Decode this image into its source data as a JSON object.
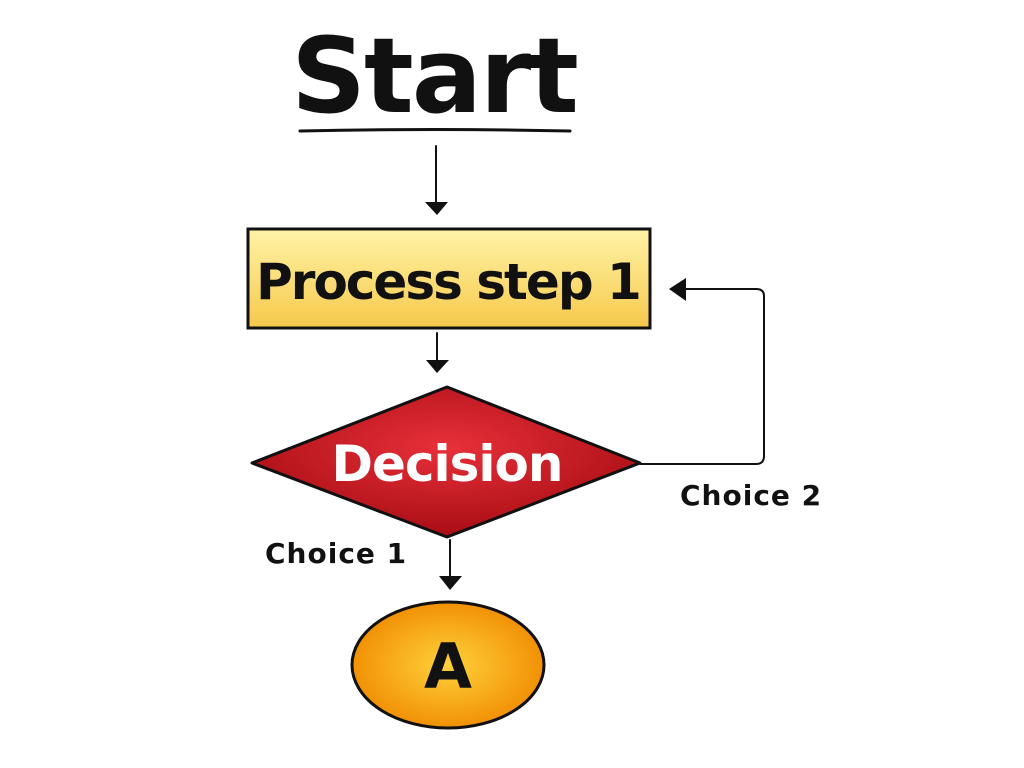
{
  "flowchart": {
    "start": {
      "label": "Start"
    },
    "process": {
      "label": "Process step 1"
    },
    "decision": {
      "label": "Decision"
    },
    "choice_1": {
      "label": "Choice 1"
    },
    "choice_2": {
      "label": "Choice 2"
    },
    "terminal": {
      "label": "A"
    }
  },
  "colors": {
    "process_fill_light": "#fff3a8",
    "process_fill_dark": "#f6c94a",
    "decision_fill_light": "#e8303a",
    "decision_fill_dark": "#a80d14",
    "terminal_fill_light": "#ffd23a",
    "terminal_fill_dark": "#f08a00",
    "ink": "#111111"
  }
}
